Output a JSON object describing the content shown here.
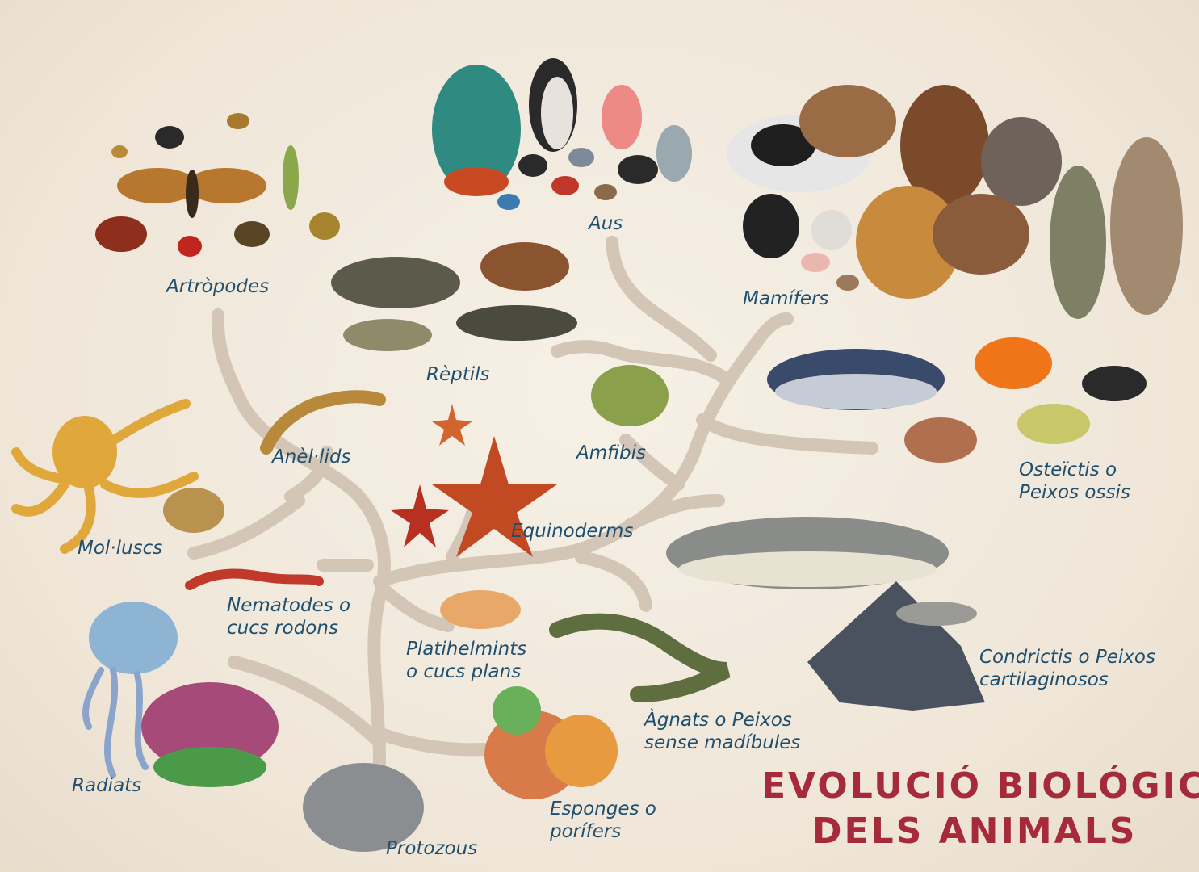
{
  "title": {
    "line1": "EVOLUCIÓ BIOLÓGICA",
    "line2": "DELS ANIMALS"
  },
  "groups": {
    "artropodes": "Artròpodes",
    "aus": "Aus",
    "mamifers": "Mamífers",
    "reptils": "Rèptils",
    "anelids": "Anèl·lids",
    "amfibis": "Amfibis",
    "osteictis_1": "Osteïctis o",
    "osteictis_2": "Peixos ossis",
    "molluscs": "Mol·luscs",
    "equinoderms": "Equinoderms",
    "nematodes_1": "Nematodes o",
    "nematodes_2": "cucs rodons",
    "platihelmints_1": "Platihelmints",
    "platihelmints_2": "o cucs plans",
    "condrictis_1": "Condrictis o Peixos",
    "condrictis_2": "cartilaginosos",
    "agnats_1": "Àgnats o Peixos",
    "agnats_2": "sense madíbules",
    "radiats": "Radiats",
    "esponges_1": "Esponges o",
    "esponges_2": "porífers",
    "protozous": "Protozous"
  },
  "colors": {
    "label": "#1f4f6e",
    "title": "#a52b3a",
    "branch": "#d3c6b6",
    "background": "#f2ebe0"
  }
}
